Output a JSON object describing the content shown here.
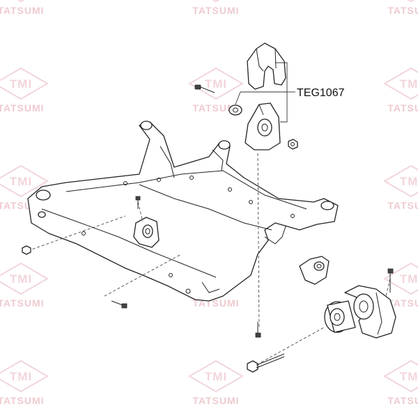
{
  "watermark": {
    "logo_text": "TMI",
    "brand_text": "TATSUMI",
    "color": "#e8b4bc"
  },
  "callout": {
    "part_number": "TEG1067"
  },
  "colors": {
    "line": "#222222",
    "background": "#ffffff"
  }
}
